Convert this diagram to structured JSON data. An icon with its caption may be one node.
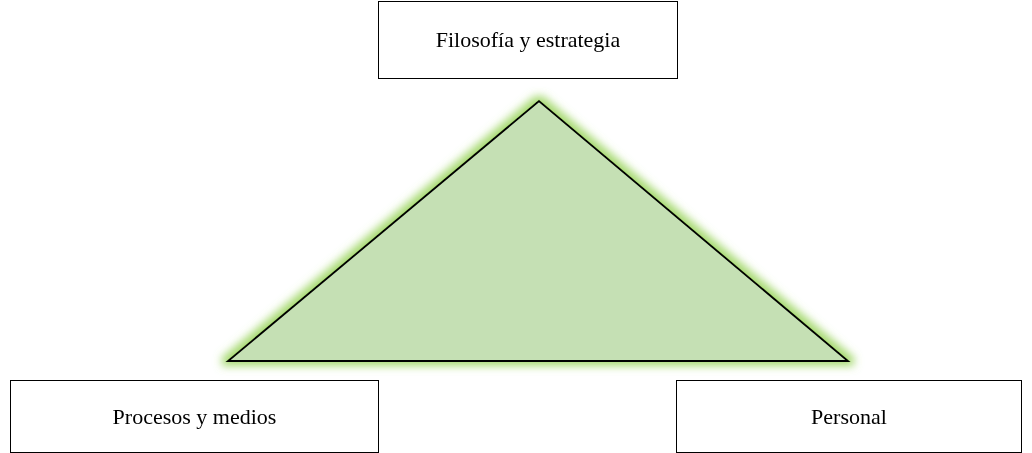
{
  "diagram": {
    "nodes": [
      {
        "text": [
          "Filosofía y estrategia"
        ]
      },
      {
        "text": [
          "Procesos y medios"
        ]
      },
      {
        "text": [
          "Personal"
        ]
      }
    ]
  }
}
